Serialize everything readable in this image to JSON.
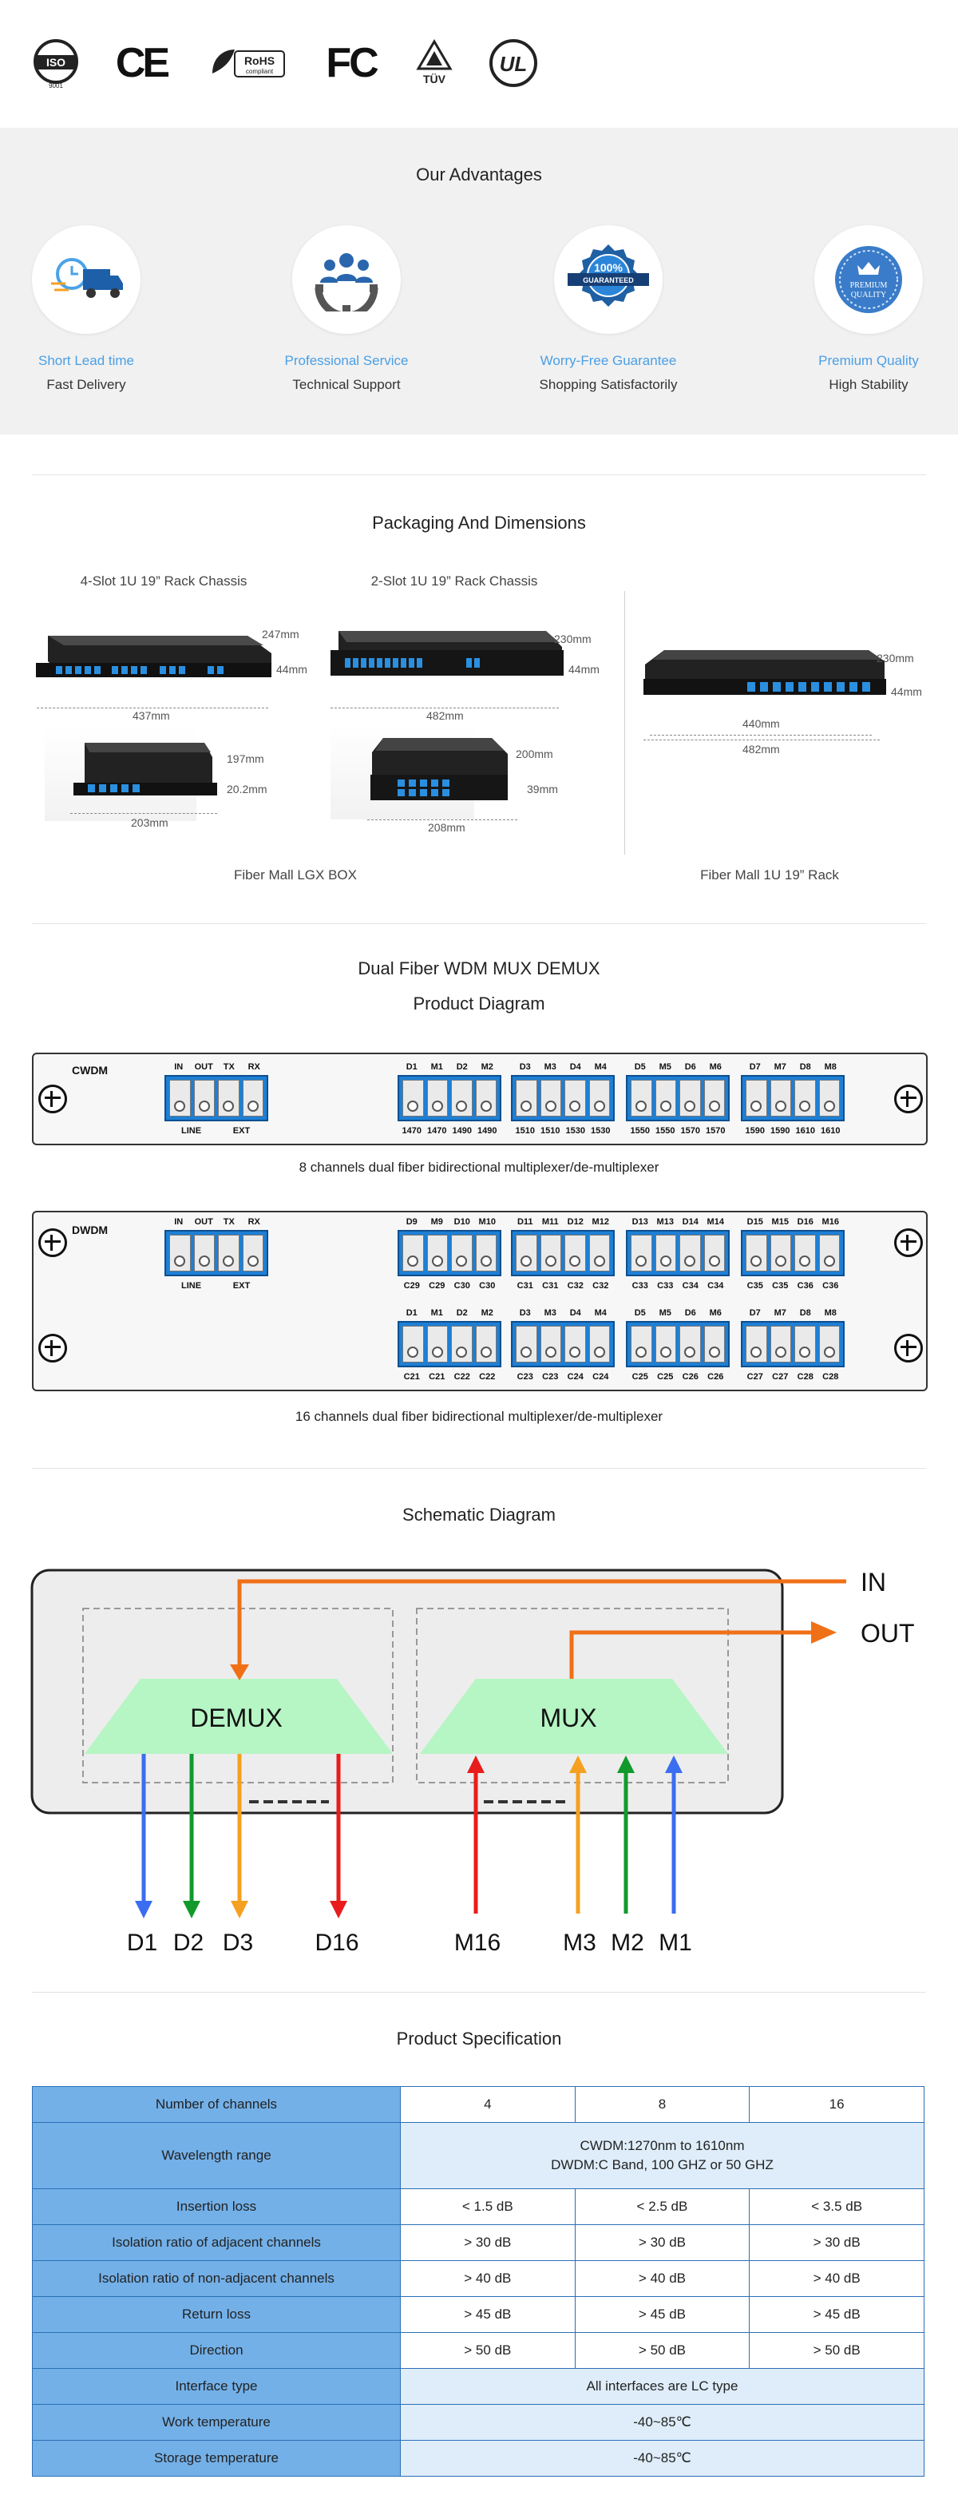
{
  "certifications": [
    {
      "icon": "iso-icon",
      "label": "ISO",
      "sub": "9001"
    },
    {
      "icon": "ce-icon",
      "label": "CE"
    },
    {
      "icon": "rohs-icon",
      "label": "RoHS",
      "sub": "compliant"
    },
    {
      "icon": "fcc-icon",
      "label": "FC"
    },
    {
      "icon": "tuv-icon",
      "label": "TÜV"
    },
    {
      "icon": "ul-icon",
      "label": "UL"
    }
  ],
  "advantages": {
    "title": "Our Advantages",
    "items": [
      {
        "icon": "delivery-truck-icon",
        "title": "Short Lead time",
        "subtitle": "Fast Delivery"
      },
      {
        "icon": "team-gear-icon",
        "title": "Professional Service",
        "subtitle": "Technical Support"
      },
      {
        "icon": "guarantee-badge-icon",
        "title": "Worry-Free Guarantee",
        "subtitle": "Shopping Satisfactorily",
        "badge": "100% GUARANTEED"
      },
      {
        "icon": "premium-quality-icon",
        "title": "Premium Quality",
        "subtitle": "High Stability",
        "badge": "PREMIUM QUALITY"
      }
    ]
  },
  "packaging": {
    "title": "Packaging And Dimensions",
    "chassis_4slot": {
      "label": "4-Slot 1U 19” Rack Chassis",
      "depth": "247mm",
      "height": "44mm",
      "width": "437mm"
    },
    "chassis_2slot": {
      "label": "2-Slot 1U 19” Rack Chassis",
      "depth": "230mm",
      "height": "44mm",
      "width": "482mm"
    },
    "lgx_small": {
      "depth": "197mm",
      "height": "20.2mm",
      "width": "203mm"
    },
    "lgx_large": {
      "depth": "200mm",
      "height": "39mm",
      "width": "208mm"
    },
    "rack_1u": {
      "depth": "230mm",
      "height": "44mm",
      "width_inner": "440mm",
      "width_outer": "482mm"
    },
    "caption_left": "Fiber Mall LGX BOX",
    "caption_right": "Fiber Mall 1U 19” Rack"
  },
  "product_diagram": {
    "title_line1": "Dual Fiber WDM MUX DEMUX",
    "title_line2": "Product Diagram",
    "cwdm": {
      "label": "CWDM",
      "line_top": [
        "IN",
        "OUT",
        "TX",
        "RX"
      ],
      "line_bottom": [
        "LINE",
        "EXT"
      ],
      "modules": [
        {
          "top": [
            "D1",
            "M1",
            "D2",
            "M2"
          ],
          "bottom": [
            "1470",
            "1470",
            "1490",
            "1490"
          ]
        },
        {
          "top": [
            "D3",
            "M3",
            "D4",
            "M4"
          ],
          "bottom": [
            "1510",
            "1510",
            "1530",
            "1530"
          ]
        },
        {
          "top": [
            "D5",
            "M5",
            "D6",
            "M6"
          ],
          "bottom": [
            "1550",
            "1550",
            "1570",
            "1570"
          ]
        },
        {
          "top": [
            "D7",
            "M7",
            "D8",
            "M8"
          ],
          "bottom": [
            "1590",
            "1590",
            "1610",
            "1610"
          ]
        }
      ],
      "caption": "8 channels dual fiber bidirectional multiplexer/de-multiplexer"
    },
    "dwdm": {
      "label": "DWDM",
      "line_top": [
        "IN",
        "OUT",
        "TX",
        "RX"
      ],
      "line_bottom": [
        "LINE",
        "EXT"
      ],
      "row1": [
        {
          "top": [
            "D9",
            "M9",
            "D10",
            "M10"
          ],
          "bottom": [
            "C29",
            "C29",
            "C30",
            "C30"
          ]
        },
        {
          "top": [
            "D11",
            "M11",
            "D12",
            "M12"
          ],
          "bottom": [
            "C31",
            "C31",
            "C32",
            "C32"
          ]
        },
        {
          "top": [
            "D13",
            "M13",
            "D14",
            "M14"
          ],
          "bottom": [
            "C33",
            "C33",
            "C34",
            "C34"
          ]
        },
        {
          "top": [
            "D15",
            "M15",
            "D16",
            "M16"
          ],
          "bottom": [
            "C35",
            "C35",
            "C36",
            "C36"
          ]
        }
      ],
      "row2": [
        {
          "top": [
            "D1",
            "M1",
            "D2",
            "M2"
          ],
          "bottom": [
            "C21",
            "C21",
            "C22",
            "C22"
          ]
        },
        {
          "top": [
            "D3",
            "M3",
            "D4",
            "M4"
          ],
          "bottom": [
            "C23",
            "C23",
            "C24",
            "C24"
          ]
        },
        {
          "top": [
            "D5",
            "M5",
            "D6",
            "M6"
          ],
          "bottom": [
            "C25",
            "C25",
            "C26",
            "C26"
          ]
        },
        {
          "top": [
            "D7",
            "M7",
            "D8",
            "M8"
          ],
          "bottom": [
            "C27",
            "C27",
            "C28",
            "C28"
          ]
        }
      ],
      "caption": "16 channels dual fiber bidirectional multiplexer/de-multiplexer"
    }
  },
  "schematic": {
    "title": "Schematic Diagram",
    "in_label": "IN",
    "out_label": "OUT",
    "demux_label": "DEMUX",
    "mux_label": "MUX",
    "demux_outputs": [
      "D1",
      "D2",
      "D3",
      "D16"
    ],
    "mux_inputs": [
      "M16",
      "M3",
      "M2",
      "M1"
    ],
    "colors": {
      "in": "#f07018",
      "blue": "#3a6df0",
      "green": "#119a2b",
      "orange": "#f5a020",
      "red": "#e81c1c",
      "box": "#b6f5c4"
    }
  },
  "specification": {
    "title": "Product Specification",
    "rows": [
      {
        "label": "Number of channels",
        "values": [
          "4",
          "8",
          "16"
        ]
      },
      {
        "label": "Wavelength range",
        "merged": "CWDM:1270nm to 1610nm",
        "merged2": "DWDM:C Band, 100 GHZ or 50 GHZ"
      },
      {
        "label": "Insertion loss",
        "values": [
          "< 1.5 dB",
          "< 2.5 dB",
          "< 3.5 dB"
        ]
      },
      {
        "label": "Isolation ratio of adjacent channels",
        "values": [
          "> 30 dB",
          "> 30 dB",
          "> 30 dB"
        ]
      },
      {
        "label": "Isolation ratio of non-adjacent channels",
        "values": [
          "> 40 dB",
          "> 40 dB",
          "> 40 dB"
        ]
      },
      {
        "label": "Return loss",
        "values": [
          "> 45 dB",
          "> 45 dB",
          "> 45 dB"
        ]
      },
      {
        "label": "Direction",
        "values": [
          "> 50 dB",
          "> 50 dB",
          "> 50 dB"
        ]
      },
      {
        "label": "Interface type",
        "merged": "All interfaces are LC type"
      },
      {
        "label": "Work temperature",
        "merged": "-40~85℃"
      },
      {
        "label": "Storage temperature",
        "merged": "-40~85℃"
      }
    ]
  }
}
